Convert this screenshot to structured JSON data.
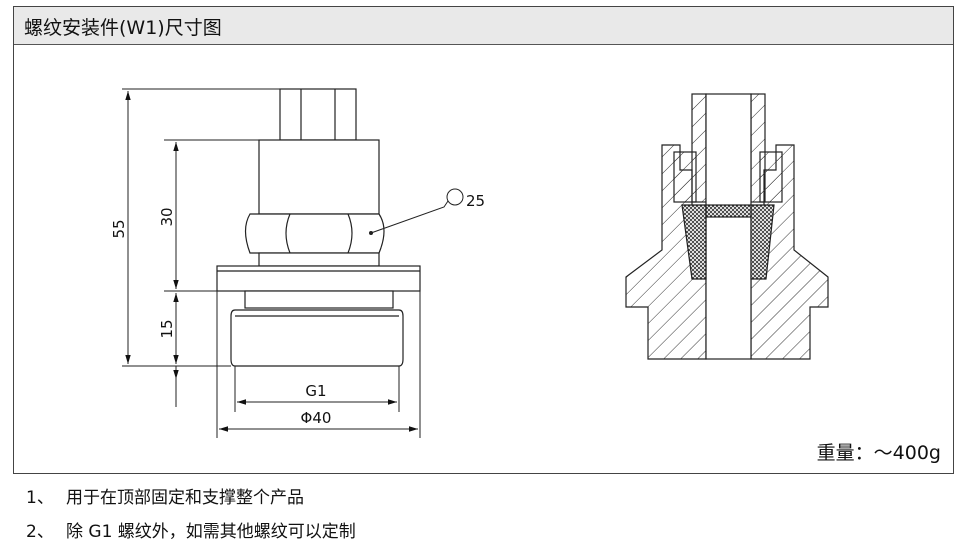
{
  "header": {
    "title": "螺纹安装件(W1)尺寸图"
  },
  "dimensions": {
    "total_height": "55",
    "body_height": "30",
    "thread_height": "15",
    "thread_label": "G1",
    "outer_diameter": "Φ40",
    "wrench_size": "25"
  },
  "weight": "重量：～400g",
  "notes": [
    {
      "num": "1、",
      "text": "用于在顶部固定和支撑整个产品"
    },
    {
      "num": "2、",
      "text": "除 G1 螺纹外，如需其他螺纹可以定制"
    }
  ],
  "colors": {
    "header_bg": "#e9e9e9",
    "line": "#222222",
    "border": "#444444"
  }
}
